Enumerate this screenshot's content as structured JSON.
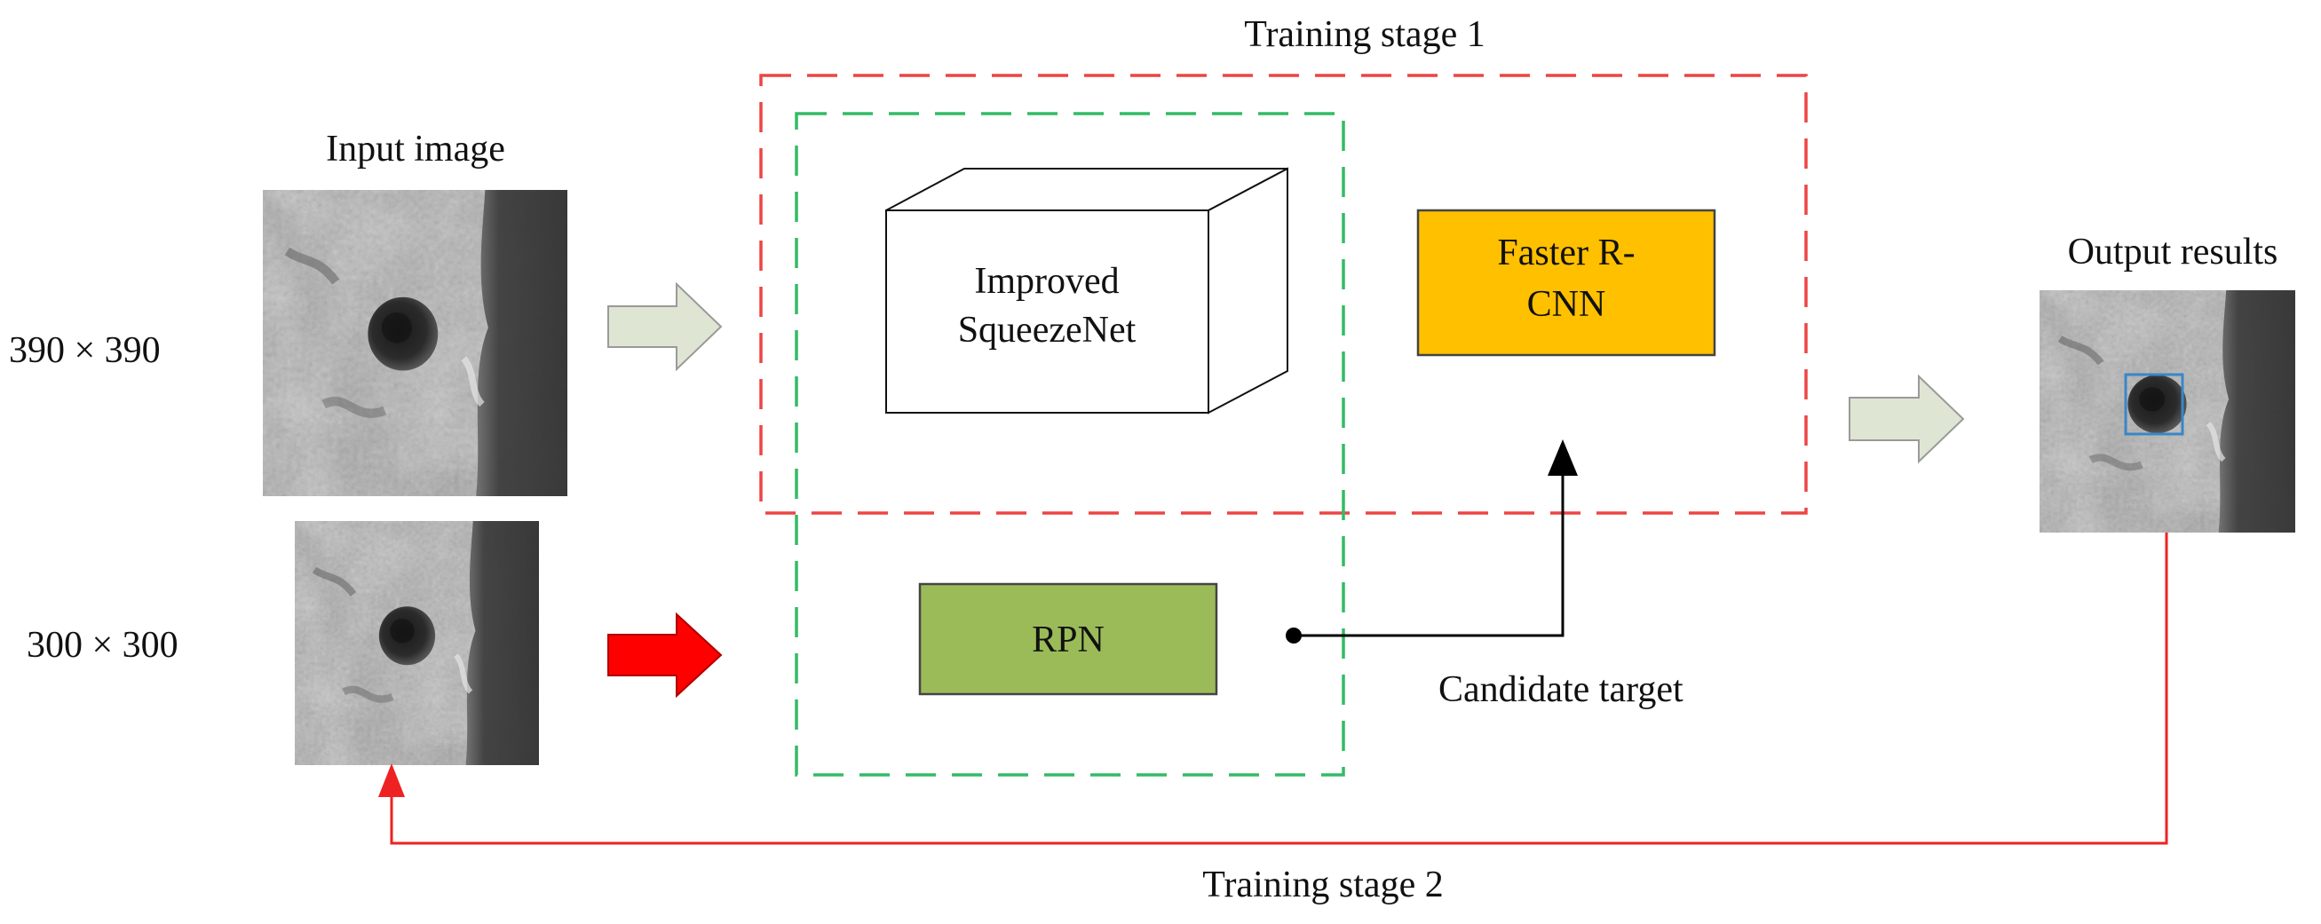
{
  "titles": {
    "stage1": "Training stage 1",
    "stage2": "Training stage 2"
  },
  "input": {
    "title": "Input image",
    "size_large": "390 × 390",
    "size_small": "300 × 300"
  },
  "output": {
    "title": "Output results"
  },
  "blocks": {
    "backbone_line1": "Improved",
    "backbone_line2": "SqueezeNet",
    "detector_line1": "Faster R-",
    "detector_line2": "CNN",
    "rpn": "RPN",
    "candidate": "Candidate target"
  },
  "colors": {
    "stage1_border": "#ee4444",
    "rpn_group_border": "#33bb66",
    "faster_rcnn_fill": "#ffc000",
    "rpn_fill": "#9bbb59",
    "hollow_arrow_fill": "#dfe5d3",
    "red_arrow_fill": "#ff0000",
    "feedback_line": "#ee2222",
    "detection_box": "#3a86c8"
  },
  "icons": {
    "input_large": "road-surface-pothole-image",
    "input_small": "road-surface-pothole-image",
    "output": "road-surface-pothole-image-with-detection-box"
  }
}
